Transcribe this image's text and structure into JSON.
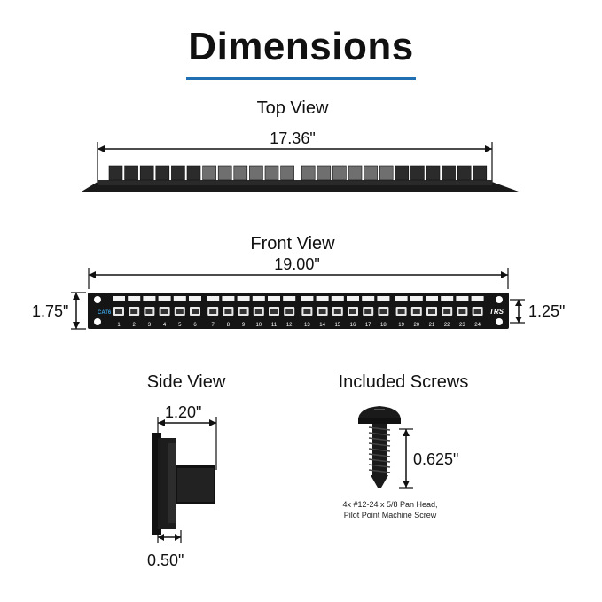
{
  "title": "Dimensions",
  "top_view": {
    "label": "Top View",
    "width_dim": "17.36\""
  },
  "front_view": {
    "label": "Front View",
    "width_dim": "19.00\"",
    "height_dim": "1.75\"",
    "mount_dim": "1.25\"",
    "ports": [
      "1",
      "2",
      "3",
      "4",
      "5",
      "6",
      "7",
      "8",
      "9",
      "10",
      "11",
      "12",
      "13",
      "14",
      "15",
      "16",
      "17",
      "18",
      "19",
      "20",
      "21",
      "22",
      "23",
      "24"
    ],
    "brand_left": "CAT6",
    "brand_right": "TRS"
  },
  "side_view": {
    "label": "Side View",
    "depth_dim": "1.20\"",
    "plate_dim": "0.50\""
  },
  "screws": {
    "label": "Included Screws",
    "length_dim": "0.625\"",
    "caption_line1": "4x #12-24 x 5/8 Pan Head,",
    "caption_line2": "Pilot Point Machine Screw"
  },
  "colors": {
    "accent_rule": "#1f6fb2",
    "panel": "#151515",
    "label_strip": "#f2f2f2"
  }
}
